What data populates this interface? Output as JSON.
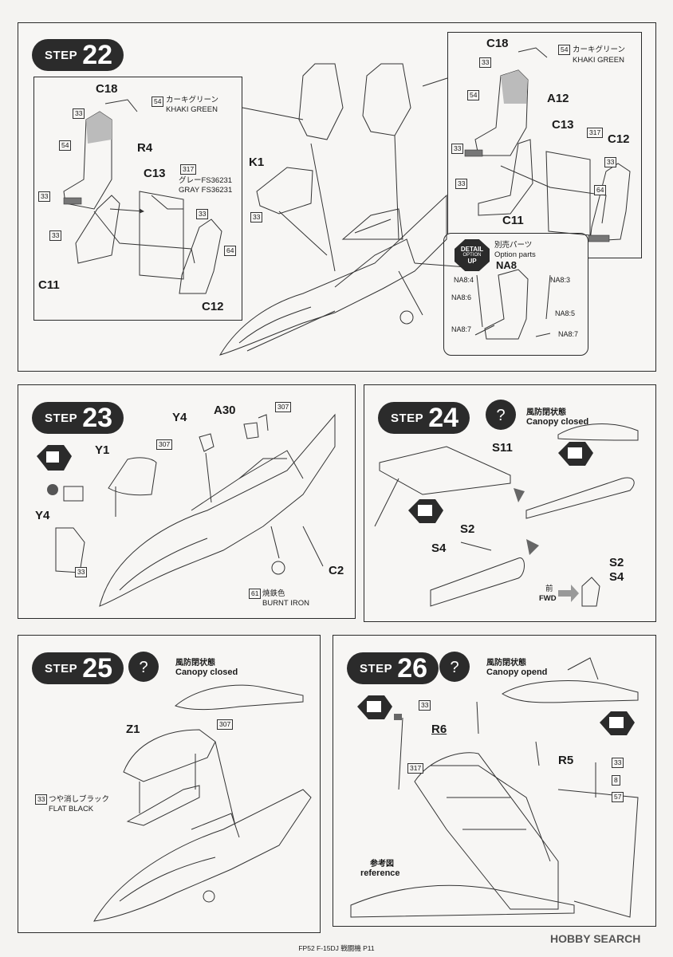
{
  "steps": {
    "s22": {
      "label": "STEP",
      "number": "22"
    },
    "s23": {
      "label": "STEP",
      "number": "23"
    },
    "s24": {
      "label": "STEP",
      "number": "24"
    },
    "s25": {
      "label": "STEP",
      "number": "25"
    },
    "s26": {
      "label": "STEP",
      "number": "26"
    }
  },
  "step22": {
    "left": {
      "c18": "C18",
      "r4": "R4",
      "c13": "C13",
      "c11": "C11",
      "c12": "C12",
      "n33": "33",
      "n54": "54",
      "n317": "317",
      "n64": "64",
      "khaki_jp": "カーキグリーン",
      "khaki_en": "KHAKI GREEN",
      "gray_jp": "グレーFS36231",
      "gray_en": "GRAY FS36231"
    },
    "k1": "K1",
    "right": {
      "c18": "C18",
      "a12": "A12",
      "c13": "C13",
      "c12": "C12",
      "c11": "C11",
      "khaki_jp": "カーキグリーン",
      "khaki_en": "KHAKI GREEN",
      "n33": "33",
      "n54": "54",
      "n317": "317",
      "n64": "64"
    },
    "detail": {
      "badge1": "DETAIL",
      "badge2": "OPTION",
      "badge3": "UP",
      "title_jp": "別売パーツ",
      "title_en": "Option parts",
      "part": "NA8",
      "na84": "NA8:4",
      "na83": "NA8:3",
      "na86": "NA8:6",
      "na85": "NA8:5",
      "na87a": "NA8:7",
      "na87b": "NA8:7"
    }
  },
  "step23": {
    "y4a": "Y4",
    "y1": "Y1",
    "y4b": "Y4",
    "a30": "A30",
    "c2": "C2",
    "n307a": "307",
    "n307b": "307",
    "n33": "33",
    "n61": "61",
    "paint_jp": "焼鉄色",
    "paint_en": "BURNT IRON"
  },
  "step24": {
    "cap_jp": "風防閉状態",
    "cap_en": "Canopy closed",
    "s11": "S11",
    "s2": "S2",
    "s4": "S4",
    "s2b": "S2",
    "s4b": "S4",
    "fwd_jp": "前",
    "fwd_en": "FWD"
  },
  "step25": {
    "cap_jp": "風防閉状態",
    "cap_en": "Canopy closed",
    "z1": "Z1",
    "n307": "307",
    "n33": "33",
    "paint_jp": "つや消しブラック",
    "paint_en": "FLAT BLACK"
  },
  "step26": {
    "cap_jp": "風防閉状態",
    "cap_en": "Canopy opend",
    "r6": "R6",
    "r5": "R5",
    "n33a": "33",
    "n317": "317",
    "n33b": "33",
    "n8": "8",
    "n57": "57",
    "ref_jp": "参考図",
    "ref_en": "reference"
  },
  "footer": "FP52 F-15DJ 戦闘機 P11",
  "watermark": "HOBBY SEARCH"
}
